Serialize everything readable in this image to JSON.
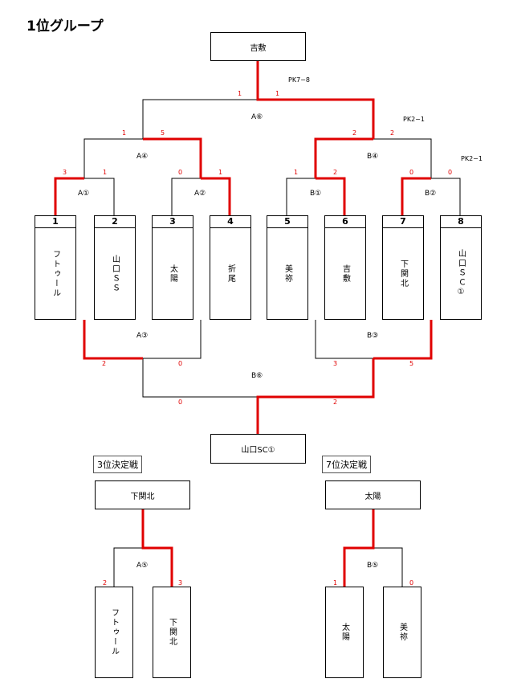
{
  "title": "1位グループ",
  "champion": "吉敷",
  "runner_up": "山口SC①",
  "teams": [
    {
      "num": "1",
      "name": "フトゥール"
    },
    {
      "num": "2",
      "name": "山口ＳＳ"
    },
    {
      "num": "3",
      "name": "太陽"
    },
    {
      "num": "4",
      "name": "折尾"
    },
    {
      "num": "5",
      "name": "美祢"
    },
    {
      "num": "6",
      "name": "吉敷"
    },
    {
      "num": "7",
      "name": "下関北"
    },
    {
      "num": "8",
      "name": "山口ＳＣ①"
    }
  ],
  "matches": {
    "A1": {
      "label": "A①",
      "score_left": "3",
      "score_right": "1"
    },
    "A2": {
      "label": "A②",
      "score_left": "0",
      "score_right": "1"
    },
    "B1": {
      "label": "B①",
      "score_left": "1",
      "score_right": "2"
    },
    "B2": {
      "label": "B②",
      "score_left": "0",
      "score_right": "0",
      "pk": "PK2−1"
    },
    "A4": {
      "label": "A④",
      "score_left": "1",
      "score_right": "5"
    },
    "B4": {
      "label": "B④",
      "score_left": "2",
      "score_right": "2",
      "pk": "PK2−1"
    },
    "A6": {
      "label": "A⑥",
      "score_left": "1",
      "score_right": "1",
      "pk": "PK7−8"
    },
    "A3": {
      "label": "A③",
      "score_left": "2",
      "score_right": "0"
    },
    "B3": {
      "label": "B③",
      "score_left": "3",
      "score_right": "5"
    },
    "B6": {
      "label": "B⑥",
      "score_left": "0",
      "score_right": "2"
    },
    "A5": {
      "label": "A⑤",
      "score_left": "2",
      "score_right": "3"
    },
    "B5": {
      "label": "B⑤",
      "score_left": "1",
      "score_right": "0"
    }
  },
  "third_place": {
    "title": "3位決定戦",
    "winner": "下関北",
    "teams": [
      "フトゥール",
      "下関北"
    ]
  },
  "seventh_place": {
    "title": "7位決定戦",
    "winner": "太陽",
    "teams": [
      "太陽",
      "美祢"
    ]
  },
  "colors": {
    "winner_line": "#e00000",
    "line": "#000000",
    "score": "#e00000"
  }
}
